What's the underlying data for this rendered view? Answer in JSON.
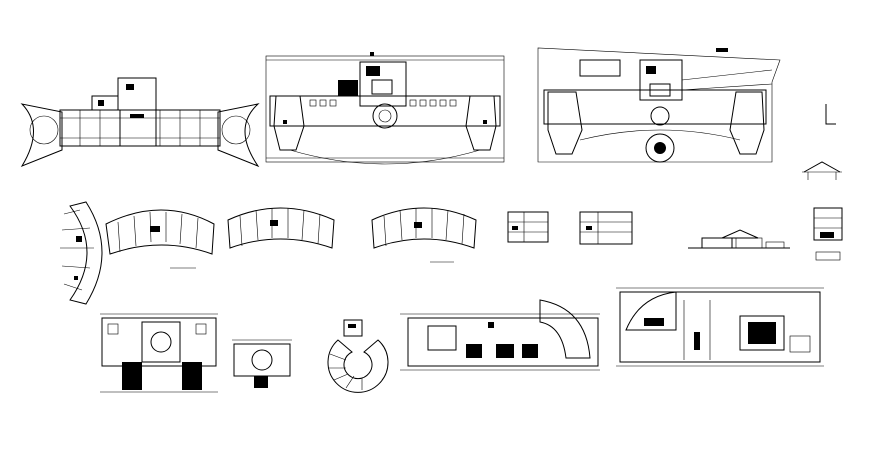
{
  "drawing_sheet": {
    "background": "#ffffff",
    "line_color": "#000000",
    "views": [
      {
        "id": "site-plan-wings",
        "kind": "site plan"
      },
      {
        "id": "ground-floor-plan-wide",
        "kind": "floor plan"
      },
      {
        "id": "site-plan-curved",
        "kind": "site plan"
      },
      {
        "id": "section-detail-small",
        "kind": "detail"
      },
      {
        "id": "roof-elevation-small",
        "kind": "elevation"
      },
      {
        "id": "curved-wing-plan-vertical",
        "kind": "floor plan"
      },
      {
        "id": "curved-plan-a",
        "kind": "floor plan"
      },
      {
        "id": "curved-plan-b",
        "kind": "floor plan"
      },
      {
        "id": "curved-plan-c",
        "kind": "floor plan"
      },
      {
        "id": "section-a",
        "kind": "section"
      },
      {
        "id": "section-b",
        "kind": "section"
      },
      {
        "id": "elevation-long",
        "kind": "elevation"
      },
      {
        "id": "elevation-small",
        "kind": "elevation"
      },
      {
        "id": "rect-plan-a",
        "kind": "floor plan"
      },
      {
        "id": "rect-plan-b",
        "kind": "floor plan"
      },
      {
        "id": "round-plan",
        "kind": "floor plan"
      },
      {
        "id": "long-plan-a",
        "kind": "floor plan"
      },
      {
        "id": "long-plan-b",
        "kind": "floor plan"
      }
    ]
  }
}
